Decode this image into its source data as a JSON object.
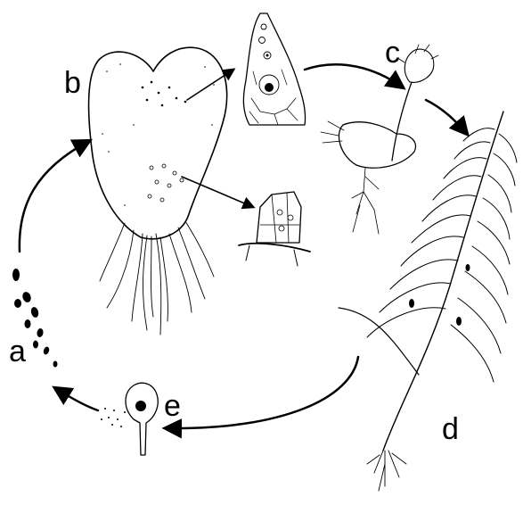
{
  "labels": {
    "a": "a",
    "b": "b",
    "c": "c",
    "d": "d",
    "e": "e"
  },
  "colors": {
    "ink": "#000000",
    "background": "#ffffff"
  }
}
